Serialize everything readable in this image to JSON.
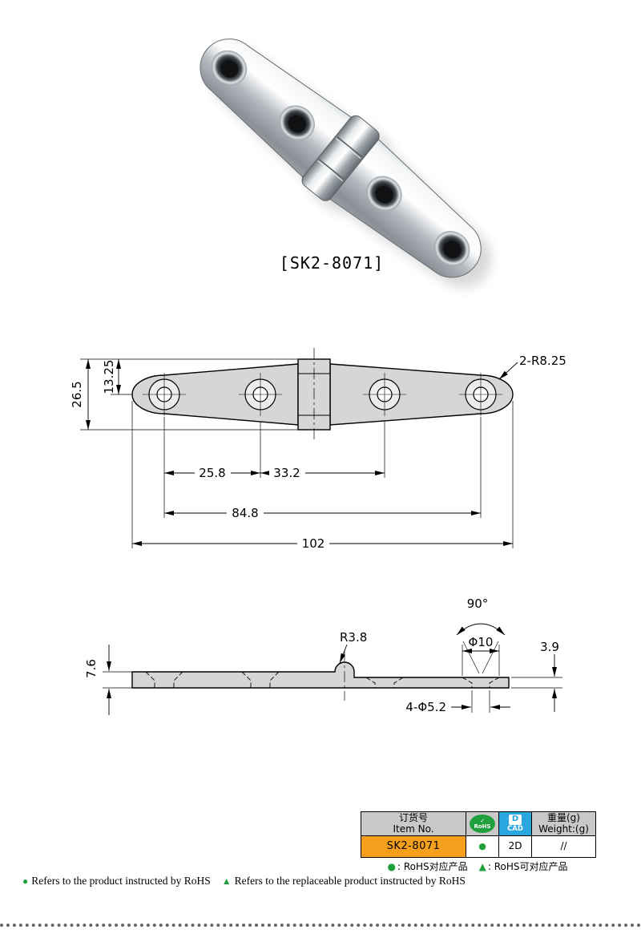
{
  "product": {
    "photo_caption": "[SK2-8071]"
  },
  "top_view": {
    "dim_height": "26.5",
    "dim_half_height": "13.25",
    "dim_corner": "2-R8.25",
    "dim_hole_1_2": "25.8",
    "dim_hole_2_3": "33.2",
    "dim_hole_1_4": "84.8",
    "dim_overall": "102"
  },
  "side_view": {
    "dim_knuckle_height": "7.6",
    "dim_knuckle_radius": "R3.8",
    "dim_countersink_angle": "90°",
    "dim_countersink_dia": "Φ10",
    "dim_plate_thickness": "3.9",
    "dim_holes": "4-Φ5.2"
  },
  "spec_table": {
    "header": {
      "item_no_cn": "订货号",
      "item_no_en": "Item No.",
      "rohs_badge": "RoHS",
      "rohs_check": "✓",
      "cad_logo_letter": "D",
      "cad_badge": "CAD",
      "weight_cn": "重量(g)",
      "weight_en": "Weight:(g)"
    },
    "row": {
      "item_no": "SK2-8071",
      "rohs_mark": "●",
      "cad": "2D",
      "weight": "//"
    }
  },
  "legend": {
    "rohs_dot_symbol": "●",
    "rohs_dot_text": ": RoHS对应产品",
    "rohs_tri_symbol": "▲",
    "rohs_tri_text": ": RoHS可对应产品"
  },
  "footnote": {
    "dot_symbol": "●",
    "dot_text": "Refers to the product instructed by RoHS",
    "tri_symbol": "▲",
    "tri_text": "Refers to the replaceable product instructed by RoHS"
  },
  "colors": {
    "accent_orange": "#F5A01D",
    "rohs_green": "#1FA03C",
    "cad_blue": "#2AA7DF",
    "drawing_fill": "#D6D6D6"
  }
}
